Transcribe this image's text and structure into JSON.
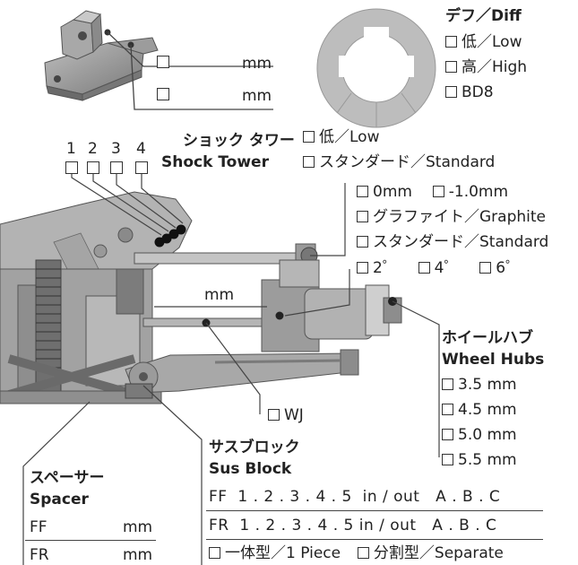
{
  "mount": {
    "mm1": "mm",
    "mm2": "mm"
  },
  "diff": {
    "title": "デフ／Diff",
    "options": [
      "低／Low",
      "高／High",
      "BD8"
    ]
  },
  "shock_tower": {
    "numbers": [
      "1",
      "2",
      "3",
      "4"
    ],
    "title_jp": "ショック タワー",
    "title_en": "Shock Tower",
    "options": [
      "低／Low",
      "スタンダード／Standard"
    ]
  },
  "camber": {
    "row1": [
      "0mm",
      "-1.0mm"
    ],
    "row2": "グラファイト／Graphite",
    "row3": "スタンダード／Standard",
    "row4": [
      "2゜",
      "4゜",
      "6゜"
    ]
  },
  "link_mm": "mm",
  "wheel_hubs": {
    "title_jp": "ホイールハブ",
    "title_en": "Wheel Hubs",
    "options": [
      "3.5 mm",
      "4.5 mm",
      "5.0 mm",
      "5.5 mm"
    ]
  },
  "wj": "WJ",
  "sus_block": {
    "title_jp": "サスブロック",
    "title_en": "Sus Block",
    "ff": "FF  1 . 2 . 3 . 4 . 5  in / out   A . B . C",
    "fr": "FR  1 . 2 . 3 . 4 . 5 in / out   A . B . C",
    "type": [
      "一体型／1 Piece",
      "分割型／Separate"
    ]
  },
  "spacer": {
    "title_jp": "スペーサー",
    "title_en": "Spacer",
    "rows": [
      {
        "label": "FF",
        "unit": "mm"
      },
      {
        "label": "FR",
        "unit": "mm"
      }
    ]
  }
}
